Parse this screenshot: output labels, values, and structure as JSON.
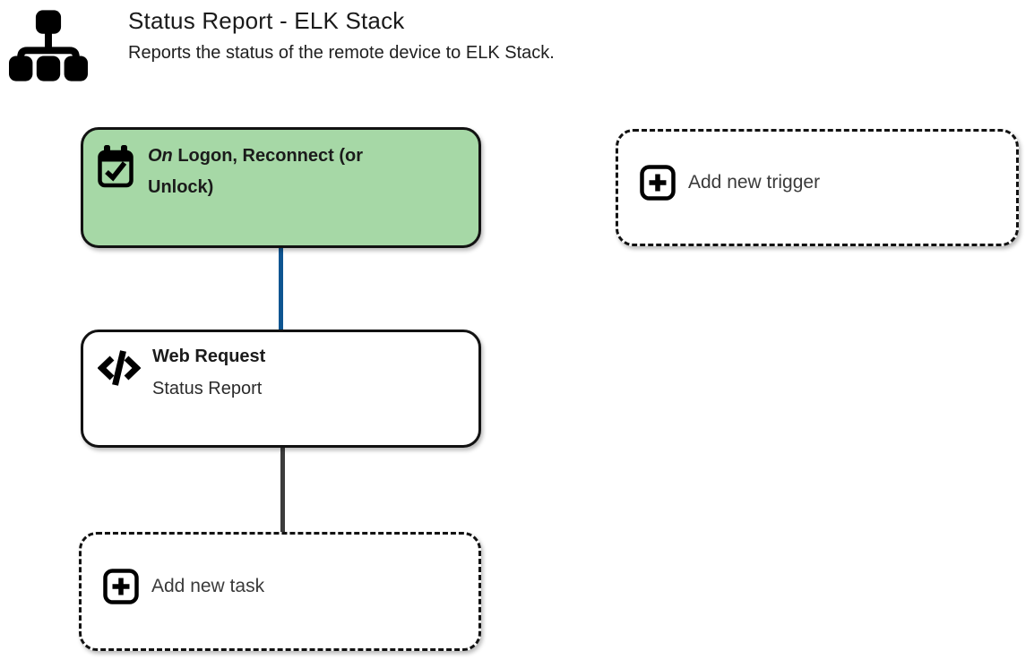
{
  "header": {
    "icon": "sitemap-icon",
    "title": "Status Report - ELK Stack",
    "subtitle": "Reports the status of the remote device to ELK Stack."
  },
  "workflow": {
    "trigger_node": {
      "icon": "calendar-check-icon",
      "event_word": "On",
      "event_rest": " Logon, Reconnect (or Unlock)",
      "bg_color": "#a6d8a6"
    },
    "add_trigger_button": {
      "icon": "plus-square-icon",
      "label": "Add new trigger"
    },
    "web_request_node": {
      "icon": "code-icon",
      "title": "Web Request",
      "subtitle": "Status Report"
    },
    "add_task_button": {
      "icon": "plus-square-icon",
      "label": "Add new task"
    },
    "connectors": [
      {
        "from": "trigger-node",
        "to": "web-request-node",
        "color": "#0e5591"
      },
      {
        "from": "web-request-node",
        "to": "add-new-task-button",
        "color": "#3c3c3c"
      }
    ]
  }
}
